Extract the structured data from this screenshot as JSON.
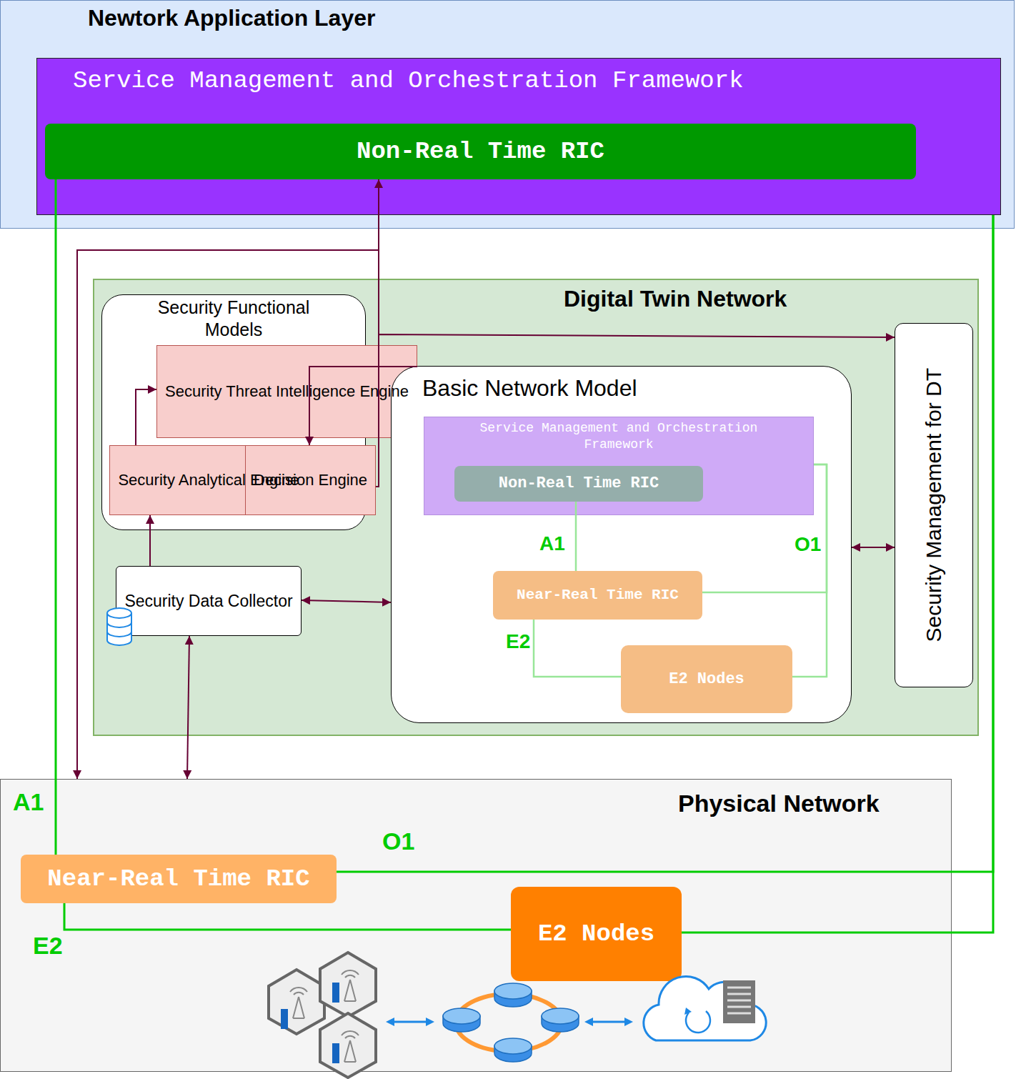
{
  "diagram": {
    "nodes": [
      {
        "text": [
          "Newtork Application Layer"
        ]
      },
      {
        "text": [
          "Service Management and Orchestration Framework"
        ],
        "in": 0
      },
      {
        "text": [
          "Non-Real Time RIC"
        ],
        "in": 1
      },
      {
        "text": [
          "Digital Twin Network"
        ]
      },
      {
        "text": [
          "Security Functional Models"
        ],
        "in": 3
      },
      {
        "text": [
          "Security Threat Intelligence Engine"
        ],
        "in": 4
      },
      {
        "text": [
          "Security Analytical Engine"
        ],
        "in": 4
      },
      {
        "text": [
          "Decision Engine"
        ],
        "in": 4
      },
      {
        "text": [
          "Security Data Collector"
        ],
        "in": 3
      },
      {
        "text": [
          "Basic Network Model"
        ],
        "in": 3
      },
      {
        "text": [
          "Service Management and Orchestration Framework"
        ],
        "in": 9
      },
      {
        "text": [
          "Non-Real Time RIC"
        ],
        "in": 10
      },
      {
        "text": [
          "Near-Real Time RIC"
        ],
        "in": 9
      },
      {
        "text": [
          "E2 Nodes"
        ],
        "in": 9
      },
      {
        "text": [
          "Security Management for DT"
        ],
        "in": 3
      },
      {
        "text": [
          "Physical Network"
        ]
      },
      {
        "text": [
          "Near-Real Time RIC"
        ],
        "in": 15
      },
      {
        "text": [
          "E2 Nodes"
        ],
        "in": 15
      }
    ],
    "edges": [
      {
        "from": 6,
        "to": 5,
        "arrow": "to"
      },
      {
        "from": 5,
        "to": 7,
        "arrow": "to"
      },
      {
        "from": 7,
        "to": 2,
        "arrow": "to"
      },
      {
        "from": 7,
        "to": 14,
        "arrow": "to"
      },
      {
        "from": 7,
        "to": 15,
        "arrow": "to"
      },
      {
        "from": 8,
        "to": 6,
        "arrow": "to"
      },
      {
        "from": 8,
        "to": 9,
        "arrow": "both"
      },
      {
        "from": 8,
        "to": 15,
        "arrow": "both"
      },
      {
        "from": 9,
        "to": 14,
        "arrow": "both"
      },
      {
        "from": 11,
        "to": 12,
        "label": "A1",
        "arrow": "none"
      },
      {
        "from": 12,
        "to": 13,
        "label": "E2",
        "arrow": "none"
      },
      {
        "from": 13,
        "to": 10,
        "label": "O1",
        "arrow": "none"
      },
      {
        "from": 12,
        "to": 10,
        "arrow": "none"
      },
      {
        "from": 2,
        "to": 16,
        "label": "A1",
        "arrow": "none"
      },
      {
        "from": 16,
        "to": 17,
        "label": "E2",
        "arrow": "none"
      },
      {
        "from": 1,
        "to": 16,
        "label": "O1",
        "arrow": "none"
      },
      {
        "from": 1,
        "to": 17,
        "arrow": "none"
      }
    ]
  }
}
